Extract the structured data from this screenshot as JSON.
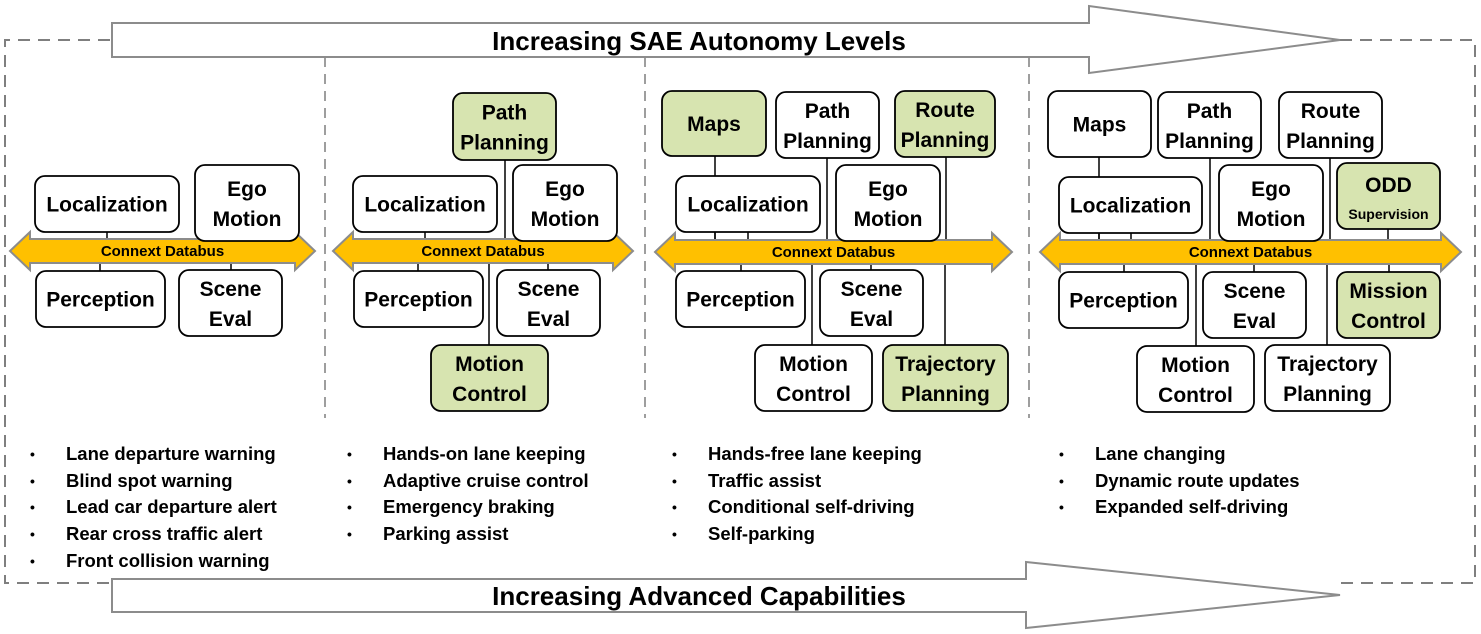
{
  "top_arrow": {
    "label": "Increasing SAE Autonomy Levels"
  },
  "bottom_arrow": {
    "label": "Increasing Advanced Capabilities"
  },
  "colors": {
    "highlight_fill": "#d7e4b0",
    "box_fill": "#ffffff",
    "bus_fill": "#ffc000",
    "bus_stroke": "#8c8c8c",
    "arrow_stroke": "#8c8c8c",
    "divider": "#7f7f7f"
  },
  "bus_label": "Connext Databus",
  "levels": [
    {
      "id": "level-1",
      "components": [
        {
          "id": "localization",
          "lines": [
            "Localization"
          ],
          "highlighted": false
        },
        {
          "id": "ego-motion",
          "lines": [
            "Ego",
            "Motion"
          ],
          "highlighted": false
        },
        {
          "id": "perception",
          "lines": [
            "Perception"
          ],
          "highlighted": false
        },
        {
          "id": "scene-eval",
          "lines": [
            "Scene",
            "Eval"
          ],
          "highlighted": false
        }
      ],
      "capabilities": [
        "Lane departure warning",
        "Blind spot warning",
        "Lead car departure alert",
        "Rear cross traffic alert",
        "Front collision warning"
      ]
    },
    {
      "id": "level-2",
      "components": [
        {
          "id": "path-planning",
          "lines": [
            "Path",
            "Planning"
          ],
          "highlighted": true
        },
        {
          "id": "localization",
          "lines": [
            "Localization"
          ],
          "highlighted": false
        },
        {
          "id": "ego-motion",
          "lines": [
            "Ego",
            "Motion"
          ],
          "highlighted": false
        },
        {
          "id": "perception",
          "lines": [
            "Perception"
          ],
          "highlighted": false
        },
        {
          "id": "scene-eval",
          "lines": [
            "Scene",
            "Eval"
          ],
          "highlighted": false
        },
        {
          "id": "motion-control",
          "lines": [
            "Motion",
            "Control"
          ],
          "highlighted": true
        }
      ],
      "capabilities": [
        "Hands-on lane keeping",
        "Adaptive cruise control",
        "Emergency braking",
        "Parking assist"
      ]
    },
    {
      "id": "level-3",
      "components": [
        {
          "id": "maps",
          "lines": [
            "Maps"
          ],
          "highlighted": true
        },
        {
          "id": "path-planning",
          "lines": [
            "Path",
            "Planning"
          ],
          "highlighted": false
        },
        {
          "id": "route-planning",
          "lines": [
            "Route",
            "Planning"
          ],
          "highlighted": true
        },
        {
          "id": "localization",
          "lines": [
            "Localization"
          ],
          "highlighted": false
        },
        {
          "id": "ego-motion",
          "lines": [
            "Ego",
            "Motion"
          ],
          "highlighted": false
        },
        {
          "id": "perception",
          "lines": [
            "Perception"
          ],
          "highlighted": false
        },
        {
          "id": "scene-eval",
          "lines": [
            "Scene",
            "Eval"
          ],
          "highlighted": false
        },
        {
          "id": "motion-control",
          "lines": [
            "Motion",
            "Control"
          ],
          "highlighted": false
        },
        {
          "id": "trajectory-planning",
          "lines": [
            "Trajectory",
            "Planning"
          ],
          "highlighted": true
        }
      ],
      "capabilities": [
        "Hands-free lane keeping",
        "Traffic assist",
        "Conditional self-driving",
        "Self-parking"
      ]
    },
    {
      "id": "level-4",
      "components": [
        {
          "id": "maps",
          "lines": [
            "Maps"
          ],
          "highlighted": false
        },
        {
          "id": "path-planning",
          "lines": [
            "Path",
            "Planning"
          ],
          "highlighted": false
        },
        {
          "id": "route-planning",
          "lines": [
            "Route",
            "Planning"
          ],
          "highlighted": false
        },
        {
          "id": "localization",
          "lines": [
            "Localization"
          ],
          "highlighted": false
        },
        {
          "id": "ego-motion",
          "lines": [
            "Ego",
            "Motion"
          ],
          "highlighted": false
        },
        {
          "id": "odd-supervision",
          "lines": [
            "ODD",
            "Supervision"
          ],
          "highlighted": true
        },
        {
          "id": "perception",
          "lines": [
            "Perception"
          ],
          "highlighted": false
        },
        {
          "id": "scene-eval",
          "lines": [
            "Scene",
            "Eval"
          ],
          "highlighted": false
        },
        {
          "id": "mission-control",
          "lines": [
            "Mission",
            "Control"
          ],
          "highlighted": true
        },
        {
          "id": "motion-control",
          "lines": [
            "Motion",
            "Control"
          ],
          "highlighted": false
        },
        {
          "id": "trajectory-planning",
          "lines": [
            "Trajectory",
            "Planning"
          ],
          "highlighted": false
        }
      ],
      "capabilities": [
        "Lane changing",
        "Dynamic route updates",
        "Expanded self-driving"
      ]
    }
  ]
}
